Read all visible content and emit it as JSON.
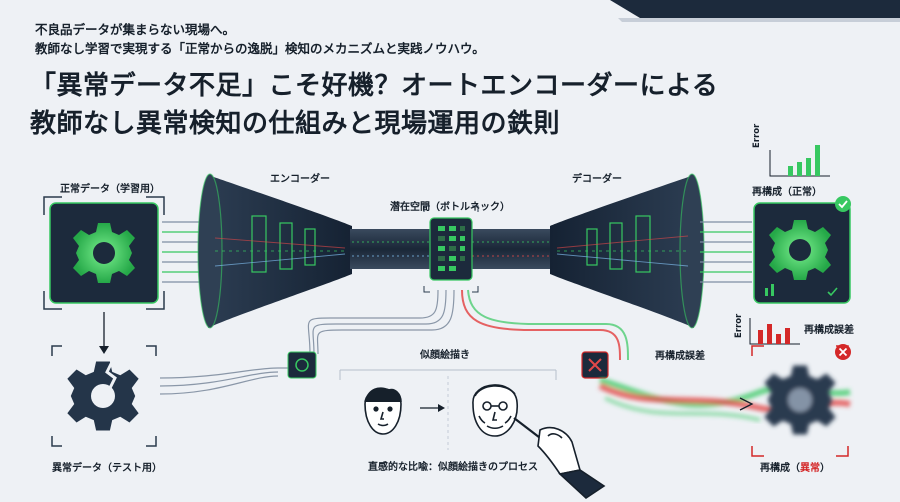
{
  "header": {
    "intro_line1": "不良品データが集まらない現場へ。",
    "intro_line2": "教師なし学習で実現する「正常からの逸脱」検知のメカニズムと実践ノウハウ。",
    "headline_line1": "「異常データ不足」こそ好機？オートエンコーダーによる",
    "headline_line2": "教師なし異常検知の仕組みと現場運用の鉄則"
  },
  "labels": {
    "normal_data_training": "正常データ（学習用）",
    "encoder": "エンコーダー",
    "latent_space": "潜在空間（ボトルネック）",
    "decoder": "デコーダー",
    "reconstruction_normal": "再構成（正常）",
    "error_axis_top": "Error",
    "error_axis_bottom": "Error",
    "reconstruction_error_top": "再構成誤差",
    "reconstruction_error_mid": "再構成誤差",
    "portrait_drawing": "似顔絵描き",
    "analogy_caption": "直感的な比喩：似顔絵描きのプロセス",
    "anomalous_data_test": "異常データ（テスト用）",
    "reconstruction_anomaly_prefix": "再構成（",
    "reconstruction_anomaly_word": "異常",
    "reconstruction_anomaly_suffix": "）"
  },
  "colors": {
    "accent_green": "#37c861",
    "dark_navy": "#1c2a3c",
    "alert_red": "#d42828",
    "background": "#eef1f5"
  },
  "icons": {
    "normal_gear": "gear-icon",
    "cracked_gear": "broken-gear-icon",
    "check_badge": "check-icon",
    "error_badge": "close-icon",
    "face_before": "face-icon",
    "face_after": "old-man-face-icon",
    "drawing_hand": "hand-pen-icon"
  }
}
